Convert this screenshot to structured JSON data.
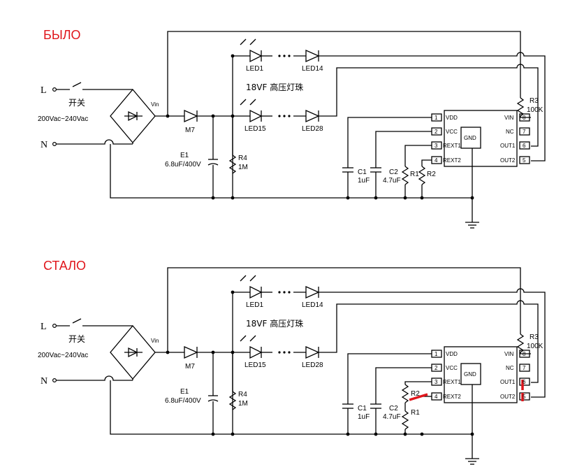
{
  "panels": [
    {
      "title": "БЫЛО",
      "labels": {
        "L": "L",
        "N": "N",
        "switch": "开关",
        "supply": "200Vac~240Vac",
        "vin": "Vin",
        "m7": "M7",
        "e1": "E1",
        "e1_value": "6.8uF/400V",
        "r4": "R4",
        "r4_value": "1M",
        "led1": "LED1",
        "led14": "LED14",
        "led15": "LED15",
        "led28": "LED28",
        "string_note": "18VF 高压灯珠",
        "c1": "C1",
        "c1_value": "1uF",
        "c2": "C2",
        "c2_value": "4.7uF",
        "r1": "R1",
        "r2": "R2",
        "r3": "R3",
        "r3_value": "100K",
        "ic_gnd": "GND"
      }
    },
    {
      "title": "СТАЛО",
      "labels": {
        "L": "L",
        "N": "N",
        "switch": "开关",
        "supply": "200Vac~240Vac",
        "vin": "Vin",
        "m7": "M7",
        "e1": "E1",
        "e1_value": "6.8uF/400V",
        "r4": "R4",
        "r4_value": "1M",
        "led1": "LED1",
        "led14": "LED14",
        "led15": "LED15",
        "led28": "LED28",
        "string_note": "18VF 高压灯珠",
        "c1": "C1",
        "c1_value": "1uF",
        "c2": "C2",
        "c2_value": "4.7uF",
        "r1": "R1",
        "r2": "R2",
        "r3": "R3",
        "r3_value": "100K",
        "ic_gnd": "GND"
      }
    }
  ],
  "ic_pins": [
    {
      "num": "1",
      "name": "VDD"
    },
    {
      "num": "2",
      "name": "VCC"
    },
    {
      "num": "3",
      "name": "REXT1"
    },
    {
      "num": "4",
      "name": "REXT2"
    },
    {
      "num": "8",
      "name": "VIN"
    },
    {
      "num": "7",
      "name": "NC"
    },
    {
      "num": "6",
      "name": "OUT1"
    },
    {
      "num": "5",
      "name": "OUT2"
    }
  ],
  "colors": {
    "title": "#e0161c",
    "modification_marks": "#e0161c",
    "wire": "#000000"
  }
}
